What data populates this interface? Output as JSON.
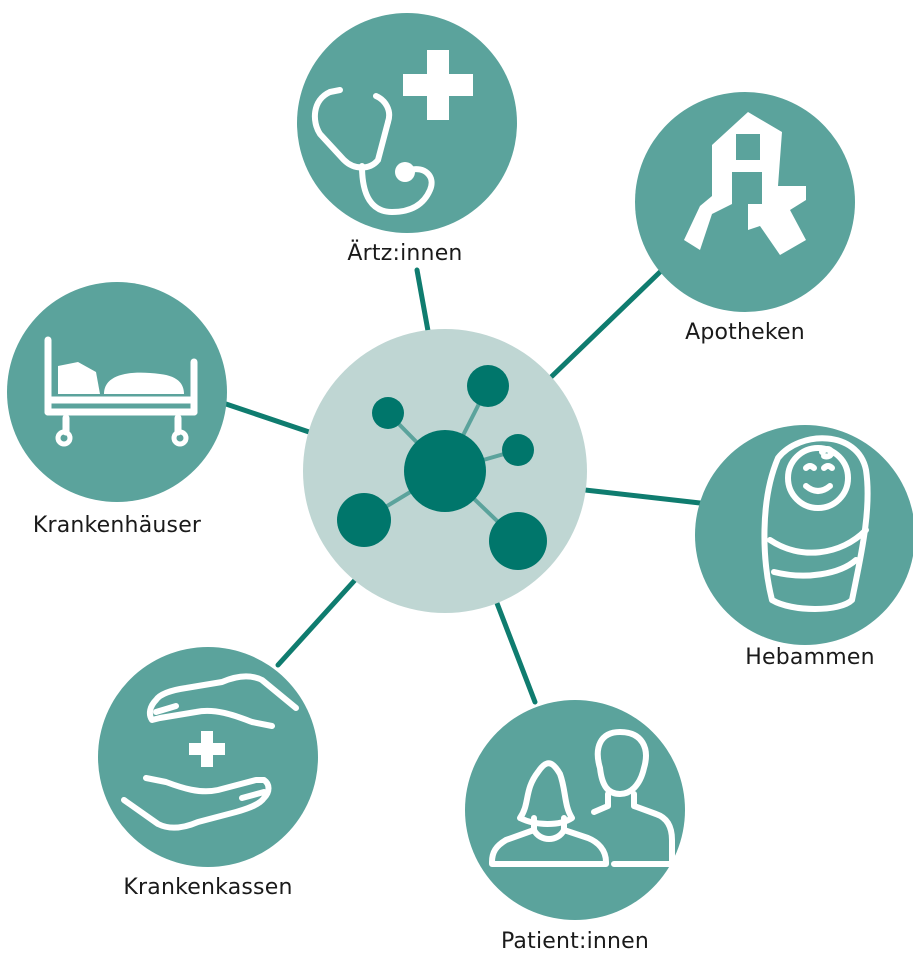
{
  "colors": {
    "teal": "#5ba39c",
    "center_bg": "#bfd6d3",
    "center_node": "#00766b",
    "line": "#0f7c6f",
    "icon": "#ffffff",
    "text": "#1a1a1a"
  },
  "nodes": {
    "aerzte": {
      "label": "Ärtz:innen",
      "icon": "stethoscope-cross-icon"
    },
    "apotheken": {
      "label": "Apotheken",
      "icon": "pharmacy-a-icon"
    },
    "kranken": {
      "label": "Krankenhäuser",
      "icon": "hospital-bed-icon"
    },
    "hebammen": {
      "label": "Hebammen",
      "icon": "swaddled-baby-icon"
    },
    "kassen": {
      "label": "Krankenkassen",
      "icon": "caring-hands-icon"
    },
    "patienten": {
      "label": "Patient:innen",
      "icon": "people-icon"
    }
  },
  "center": {
    "icon": "network-hub-icon"
  }
}
